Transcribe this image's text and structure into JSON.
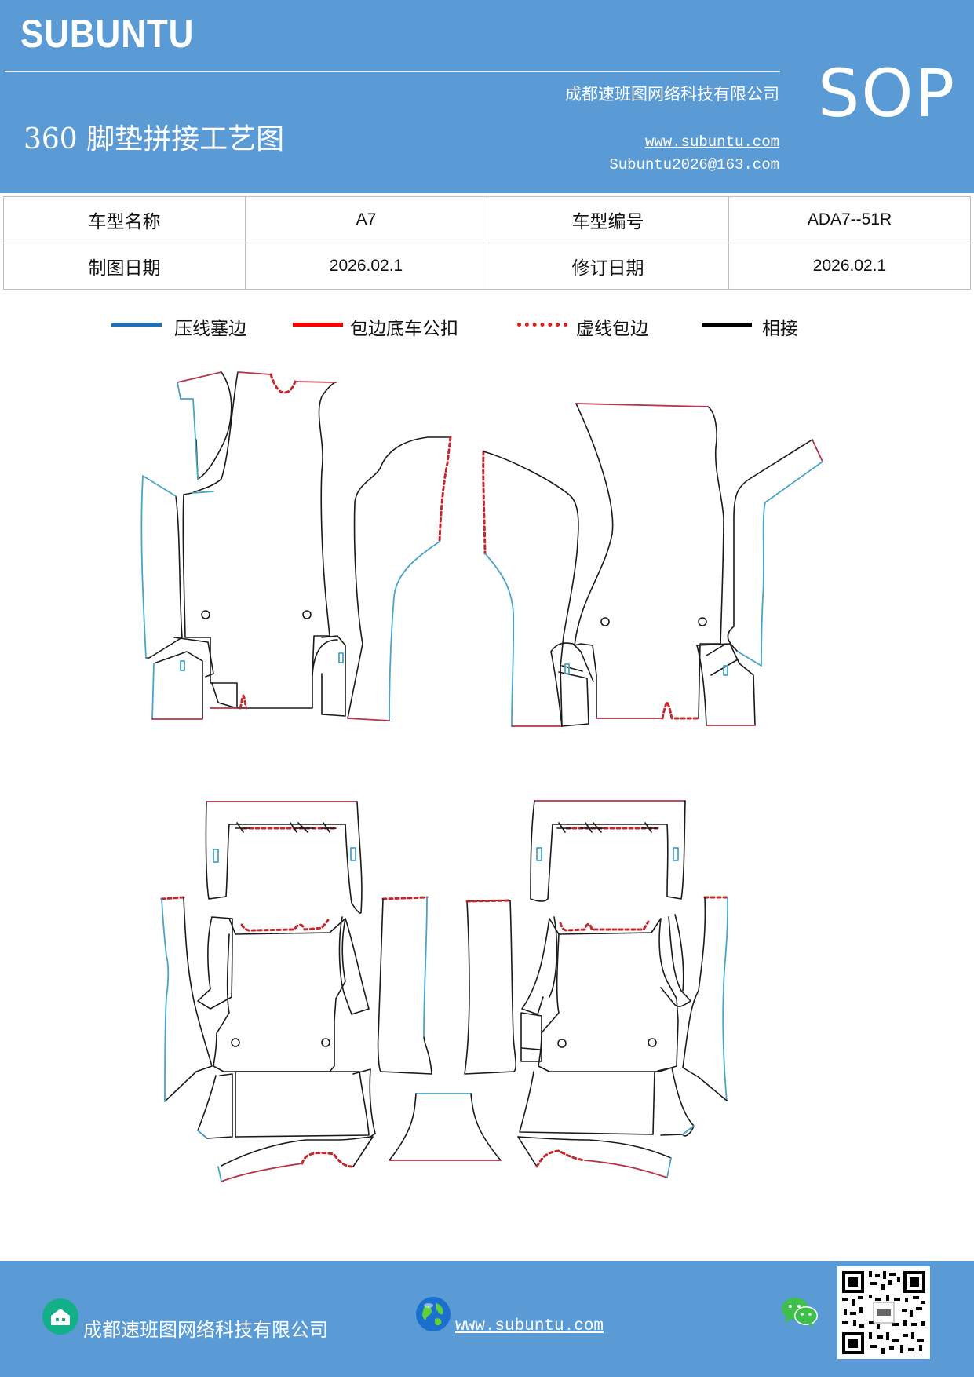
{
  "header": {
    "brand": "SUBUNTU",
    "company": "成都速班图网络科技有限公司",
    "title": "360 脚垫拼接工艺图",
    "url": "www.subuntu.com",
    "email": "Subuntu2026@163.com",
    "badge": "SOP"
  },
  "info": {
    "model_name_label": "车型名称",
    "model_name_value": "A7",
    "model_code_label": "车型编号",
    "model_code_value": "ADA7--51R",
    "draw_date_label": "制图日期",
    "draw_date_value": "2026.02.1",
    "revise_date_label": "修订日期",
    "revise_date_value": "2026.02.1"
  },
  "legend": [
    {
      "label": "压线塞边",
      "color": "#1f6fb6",
      "style": "solid"
    },
    {
      "label": "包边底车公扣",
      "color": "#ff0000",
      "style": "solid"
    },
    {
      "label": "虚线包边",
      "color": "#e02020",
      "style": "dotted"
    },
    {
      "label": "相接",
      "color": "#000000",
      "style": "solid"
    }
  ],
  "colors": {
    "header_bg": "#5b9bd5",
    "outline": "#1a1a1a",
    "blue_edge": "#4aa3c8",
    "red_edge": "#b5354a",
    "dashed_edge": "#c4282d"
  },
  "footer": {
    "company": "成都速班图网络科技有限公司",
    "url": "www.subuntu.com",
    "icons": [
      "building-icon",
      "globe-icon",
      "wechat-icon",
      "qr-code-icon"
    ]
  }
}
